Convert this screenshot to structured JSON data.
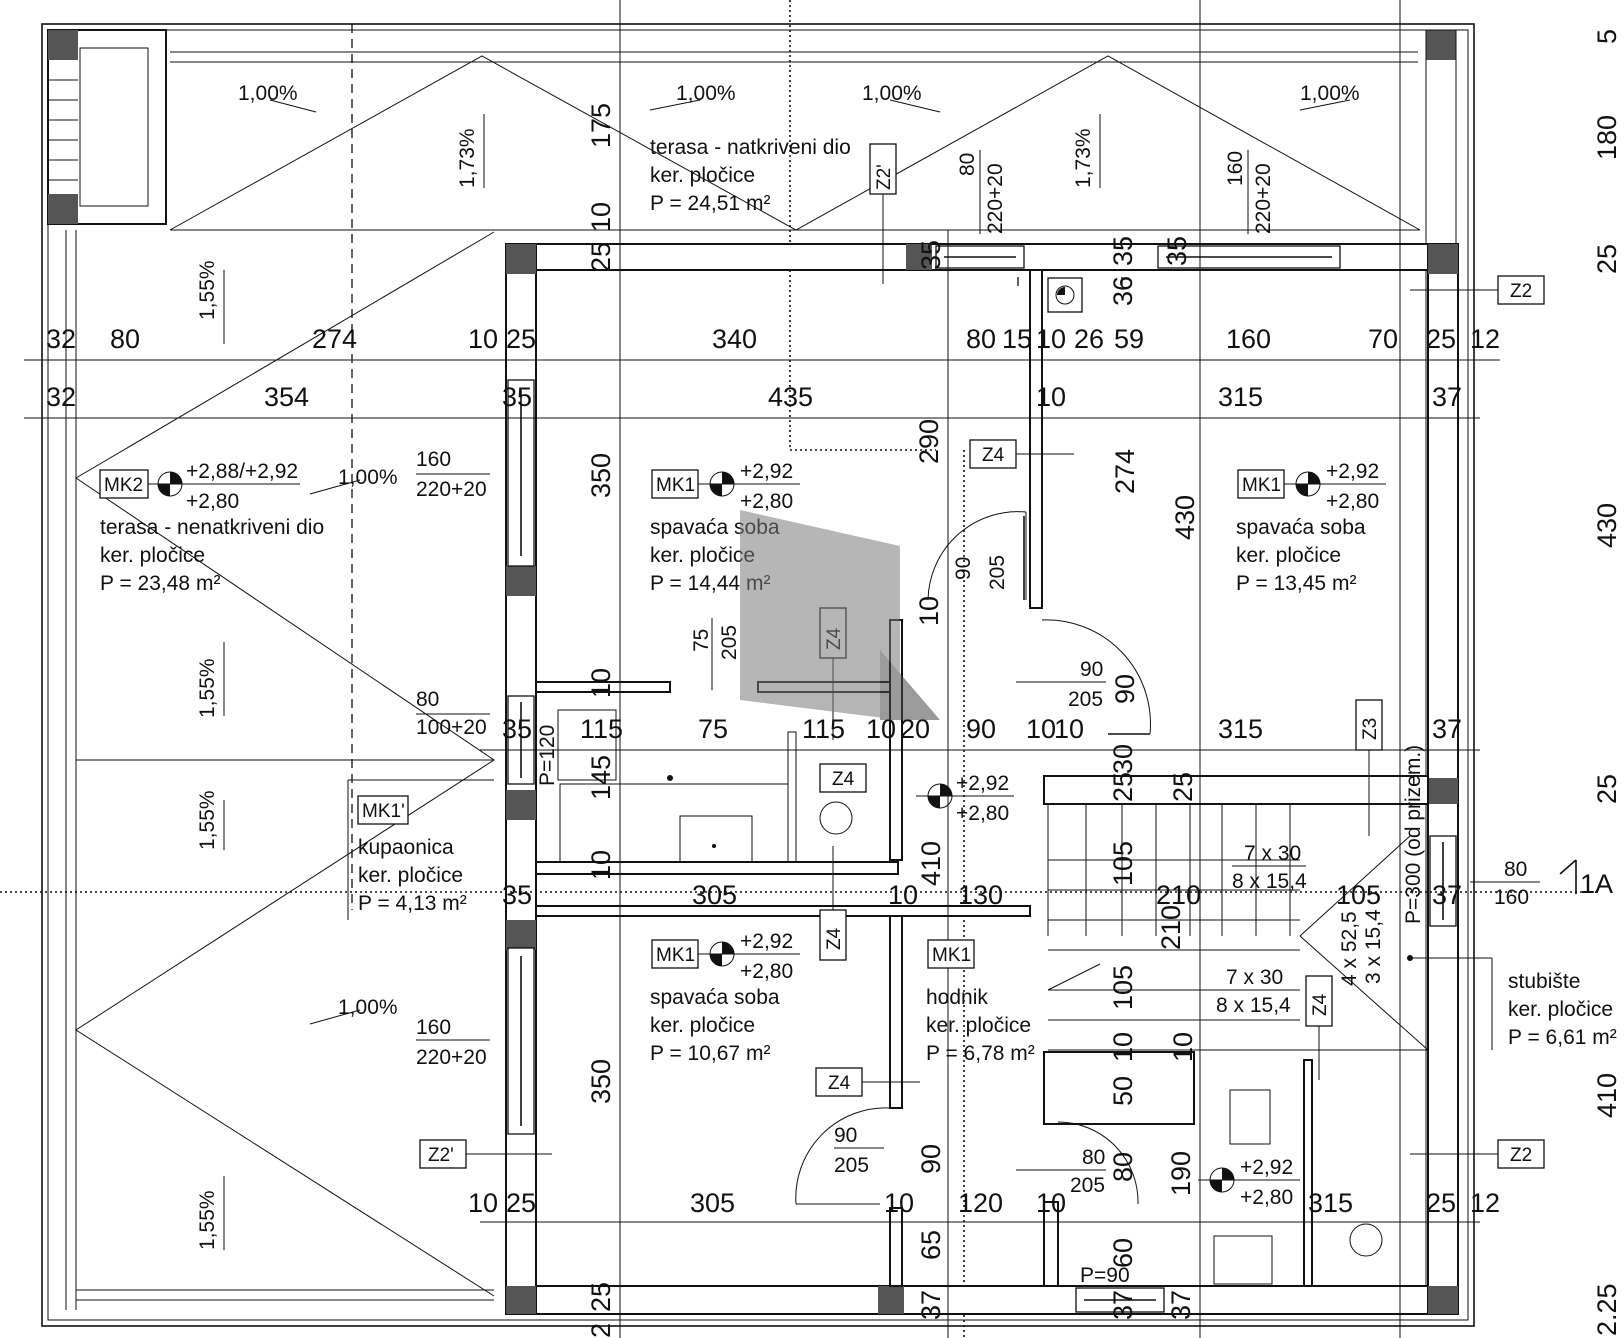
{
  "rooms": {
    "terrace_covered": {
      "name": "terasa - natkriveni dio",
      "finish": "ker. pločice",
      "area": "P = 24,51 m²"
    },
    "terrace_open": {
      "tag": "MK2",
      "level_top": "+2,88/+2,92",
      "level_bottom": "+2,80",
      "name": "terasa - nenatkriveni dio",
      "finish": "ker. pločice",
      "area": "P = 23,48 m²"
    },
    "bedroom_1": {
      "tag": "MK1",
      "level_top": "+2,92",
      "level_bottom": "+2,80",
      "name": "spavaća soba",
      "finish": "ker. pločice",
      "area": "P = 14,44 m²"
    },
    "bedroom_2": {
      "tag": "MK1",
      "level_top": "+2,92",
      "level_bottom": "+2,80",
      "name": "spavaća soba",
      "finish": "ker. pločice",
      "area": "P = 13,45 m²"
    },
    "bathroom": {
      "tag": "MK1'",
      "name": "kupaonica",
      "finish": "ker. pločice",
      "area": "P = 4,13 m²"
    },
    "bedroom_3": {
      "tag": "MK1",
      "level_top": "+2,92",
      "level_bottom": "+2,80",
      "name": "spavaća soba",
      "finish": "ker. pločice",
      "area": "P = 10,67 m²"
    },
    "hallway": {
      "tag": "MK1",
      "name": "hodnik",
      "finish": "ker. pločice",
      "area": "P = 6,78 m²"
    },
    "staircase": {
      "name": "stubište",
      "finish": "ker. pločice",
      "area": "P = 6,61 m²"
    }
  },
  "levels": {
    "hall": {
      "top": "+2,92",
      "bottom": "+2,80"
    },
    "wc": {
      "top": "+2,92",
      "bottom": "+2,80"
    }
  },
  "slopes": [
    "1,00%",
    "1,00%",
    "1,00%",
    "1,00%",
    "1,73%",
    "1,73%",
    "1,55%",
    "1,55%",
    "1,55%",
    "1,55%",
    "1,00%",
    "1,00%"
  ],
  "openings": {
    "w1": {
      "width": "160",
      "height": "220+20"
    },
    "w2": {
      "width": "80",
      "height": "100+20"
    },
    "w3": {
      "width": "160",
      "height": "220+20"
    },
    "w_top1": {
      "width": "80",
      "height": "220+20"
    },
    "w_top2": {
      "width": "160",
      "height": "220+20"
    },
    "d1": {
      "width": "75",
      "height": "205"
    },
    "d2": {
      "width": "90",
      "height": "205"
    },
    "d3": {
      "width": "90",
      "height": "205"
    },
    "d4": {
      "width": "90",
      "height": "205"
    },
    "d5": {
      "width": "80",
      "height": "205"
    },
    "stair_win": {
      "width": "80",
      "height": "160"
    }
  },
  "tags": {
    "z2_top": "Z2",
    "z2_bot": "Z2",
    "z2p_top": "Z2'",
    "z2p_bot": "Z2'",
    "z4_a": "Z4",
    "z4_b": "Z4",
    "z4_c": "Z4",
    "z4_d": "Z4",
    "z4_e": "Z4",
    "z4_f": "Z4",
    "z3": "Z3"
  },
  "stairs": {
    "upper_treads": "7 x 30",
    "upper_risers": "8 x 15,4",
    "lower_treads": "7 x 30",
    "lower_risers": "8 x 15,4",
    "landing_a": "4 x 52,5",
    "landing_b": "3 x 15,4",
    "note": "P=300 (od prizem.)"
  },
  "section": {
    "label": "1A"
  },
  "dims_row1": [
    "32",
    "80",
    "274",
    "10",
    "25",
    "340",
    "80",
    "15",
    "10",
    "26",
    "59",
    "160",
    "70",
    "25",
    "12"
  ],
  "dims_row2": [
    "32",
    "354",
    "35",
    "435",
    "10",
    "315",
    "37"
  ],
  "dims_row3": [
    "35",
    "115",
    "75",
    "115",
    "10",
    "20",
    "90",
    "10",
    "10",
    "315",
    "37"
  ],
  "dims_row4": [
    "35",
    "305",
    "10",
    "130",
    "210",
    "105",
    "37"
  ],
  "dims_row5": [
    "10",
    "25",
    "305",
    "10",
    "120",
    "10",
    "315",
    "25",
    "12"
  ],
  "dims_vert": [
    "175",
    "10",
    "25",
    "35",
    "36",
    "35",
    "35",
    "350",
    "290",
    "274",
    "430",
    "205",
    "90",
    "90",
    "10",
    "10",
    "145",
    "30",
    "25",
    "25",
    "105",
    "410",
    "10",
    "210",
    "105",
    "350",
    "10",
    "50",
    "10",
    "90",
    "80",
    "190",
    "65",
    "60",
    "25",
    "37",
    "37",
    "2",
    "37",
    "P=90",
    "P=120"
  ],
  "dims_right": [
    "5",
    "180",
    "25",
    "430",
    "25",
    "410",
    "2.25"
  ],
  "misc": {
    "d4_w": "90",
    "d4_h": "205"
  }
}
